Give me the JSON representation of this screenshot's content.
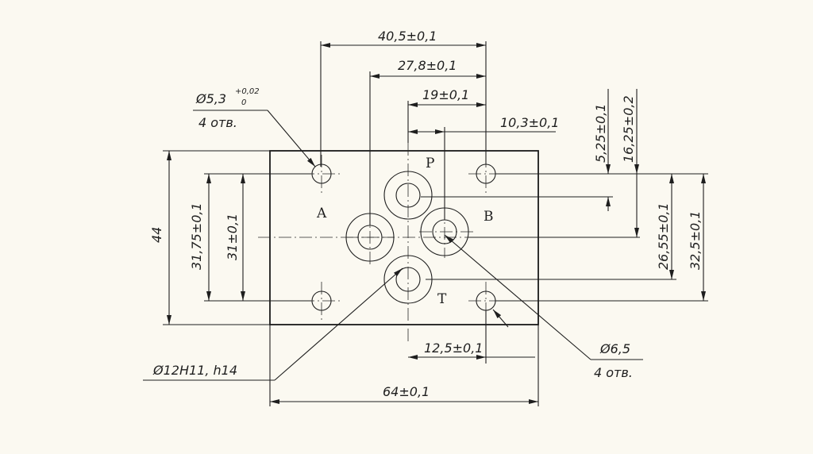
{
  "ports": {
    "a": "A",
    "b": "B",
    "p": "P",
    "t": "T"
  },
  "dims": {
    "h40_5": "40,5±0,1",
    "h27_8": "27,8±0,1",
    "h19": "19±0,1",
    "h10_3": "10,3±0,1",
    "h12_5": "12,5±0,1",
    "h64": "64±0,1",
    "v44": "44",
    "v31_75": "31,75±0,1",
    "v31": "31±0,1",
    "v5_25": "5,25±0,1",
    "v16_25": "16,25±0,2",
    "v26_55": "26,55±0,1",
    "v32_5": "32,5±0,1"
  },
  "callouts": {
    "dia53_main": "Ø5,3",
    "dia53_tol_upper": "+0,02",
    "dia53_tol_lower": "0",
    "dia53_count": "4 отв.",
    "dia65": "Ø6,5",
    "dia65_count": "4 отв.",
    "dia12": "Ø12H11,  h14"
  }
}
